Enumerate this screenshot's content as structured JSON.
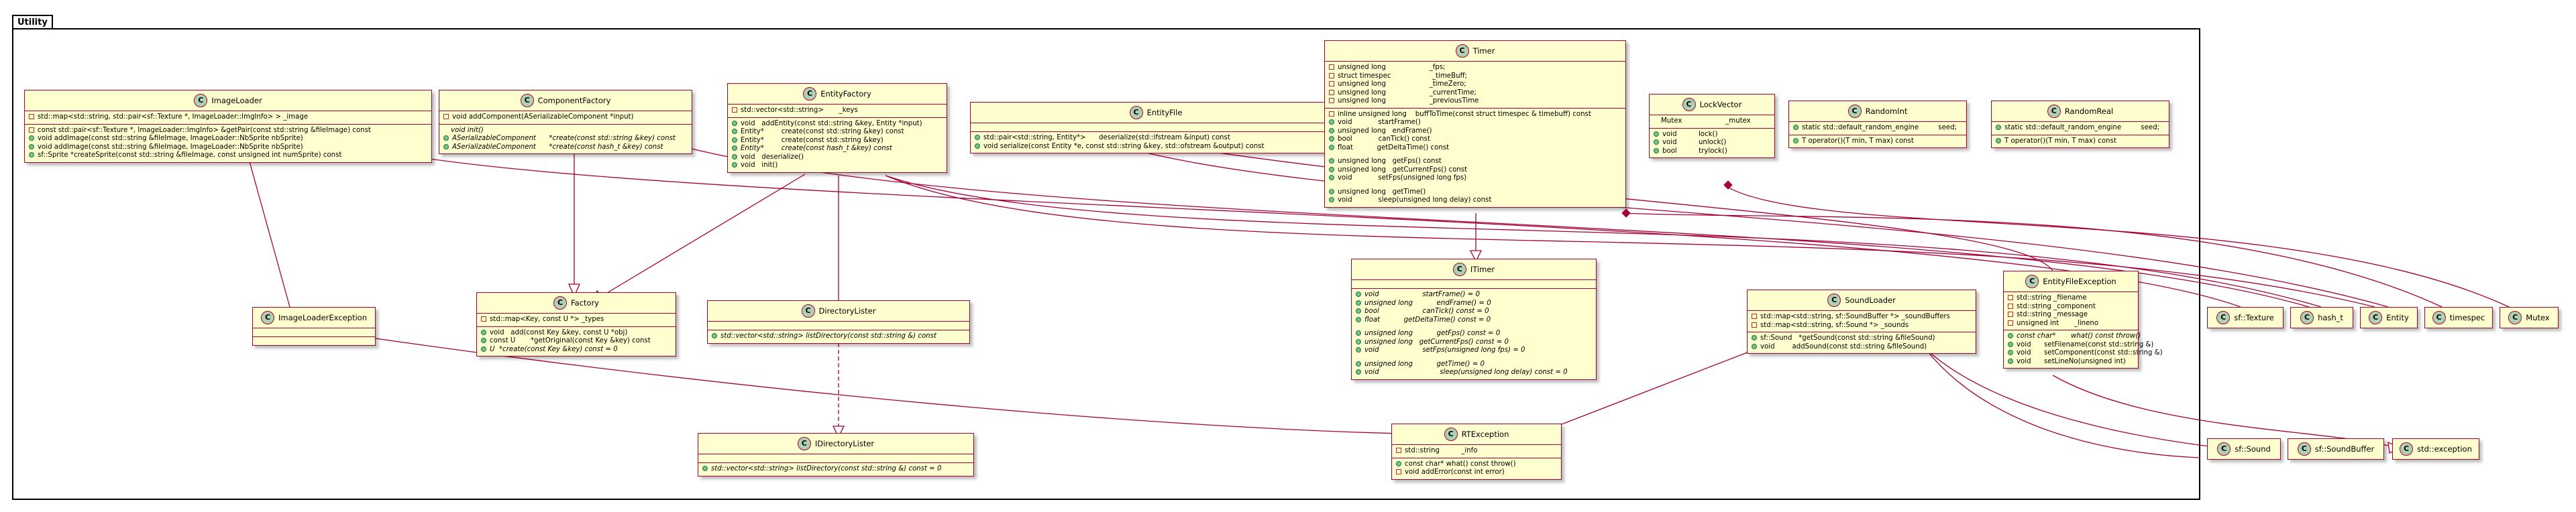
{
  "package": {
    "name": "Utility"
  },
  "classes": {
    "imageloader": {
      "name": "ImageLoader",
      "fields": [
        {
          "v": "priv",
          "t": "std::map<std::string, std::pair<sf::Texture *, ImageLoader::ImgInfo> > _image"
        }
      ],
      "methods": [
        {
          "v": "priv",
          "t": "const std::pair<sf::Texture *, ImageLoader::ImgInfo> &getPair(const std::string &fileImage) const"
        },
        {
          "v": "pub",
          "t": "void addImage(const std::string &fileImage, ImageLoader::NbSprite nbSprite)"
        },
        {
          "v": "pub",
          "t": "void addImage(const std::string &fileImage, ImageLoader::NbSprite nbSprite)"
        },
        {
          "v": "pub",
          "t": "sf::Sprite *createSprite(const std::string &fileImage, const unsigned int numSprite) const"
        }
      ]
    },
    "componentfactory": {
      "name": "ComponentFactory",
      "fields": [
        {
          "v": "priv",
          "t": "void addComponent(ASerializableComponent *input)"
        }
      ],
      "methods": [
        {
          "v": "",
          "t": "void init()",
          "it": true
        },
        {
          "v": "pub",
          "t": "ASerializableComponent      *create(const std::string &key) const",
          "it": true
        },
        {
          "v": "pub",
          "t": "ASerializableComponent      *create(const hash_t &key) const",
          "it": true
        }
      ]
    },
    "entityfactory": {
      "name": "EntityFactory",
      "fields": [
        {
          "v": "priv",
          "t": "std::vector<std::string>       _keys"
        }
      ],
      "methods": [
        {
          "v": "pub",
          "t": "void   addEntity(const std::string &key, Entity *input)"
        },
        {
          "v": "pub",
          "t": "Entity*        create(const std::string &key) const"
        },
        {
          "v": "pub",
          "t": "Entity*        create(const std::string &key)"
        },
        {
          "v": "pub",
          "t": "Entity*        create(const hash_t &key) const",
          "it": true
        },
        {
          "v": "pub",
          "t": "void   deserialize()"
        },
        {
          "v": "pub",
          "t": "void   init()"
        }
      ]
    },
    "entityfile": {
      "name": "EntityFile",
      "fields": [],
      "methods": [
        {
          "v": "pub",
          "t": "std::pair<std::string, Entity*>      deserialize(std::ifstream &input) const"
        },
        {
          "v": "pub",
          "t": "void serialize(const Entity *e, const std::string &key, std::ofstream &output) const"
        }
      ]
    },
    "timer": {
      "name": "Timer",
      "fields": [
        {
          "v": "priv",
          "t": "unsigned long                    _fps;"
        },
        {
          "v": "priv",
          "t": "struct timespec                   _timeBuff;"
        },
        {
          "v": "priv",
          "t": "unsigned long                    _timeZero;"
        },
        {
          "v": "priv",
          "t": "unsigned long                    _currentTime;"
        },
        {
          "v": "priv",
          "t": "unsigned long                    _previousTime"
        }
      ],
      "methods": [
        {
          "v": "priv",
          "t": "inline unsigned long    buffToTime(const struct timespec & timebuff) const"
        },
        {
          "v": "pub",
          "t": "void            startFrame()"
        },
        {
          "v": "pub",
          "t": "unsigned long   endFrame()"
        },
        {
          "v": "pub",
          "t": "bool            canTick() const"
        },
        {
          "v": "pub",
          "t": "float           getDeltaTime() const"
        },
        {
          "gap": true
        },
        {
          "v": "pub",
          "t": "unsigned long   getFps() const"
        },
        {
          "v": "pub",
          "t": "unsigned long   getCurrentFps() const"
        },
        {
          "v": "pub",
          "t": "void            setFps(unsigned long fps)"
        },
        {
          "gap": true
        },
        {
          "v": "pub",
          "t": "unsigned long   getTime()"
        },
        {
          "v": "pub",
          "t": "void            sleep(unsigned long delay) const"
        }
      ]
    },
    "lockvector": {
      "name": "LockVector",
      "fields": [
        {
          "v": "",
          "t": "Mutex                    _mutex"
        }
      ],
      "methods": [
        {
          "v": "pub",
          "t": "void          lock()"
        },
        {
          "v": "pub",
          "t": "void          unlock()"
        },
        {
          "v": "pub",
          "t": "bool          trylock()"
        }
      ]
    },
    "randomint": {
      "name": "RandomInt",
      "fields": [
        {
          "v": "pub",
          "t": "static std::default_random_engine         seed;"
        }
      ],
      "methods": [
        {
          "v": "pub",
          "t": "T operator()(T min, T max) const"
        }
      ]
    },
    "randomreal": {
      "name": "RandomReal",
      "fields": [
        {
          "v": "pub",
          "t": "static std::default_random_engine         seed;"
        }
      ],
      "methods": [
        {
          "v": "pub",
          "t": "T operator()(T min, T max) const"
        }
      ]
    },
    "factory": {
      "name": "Factory",
      "fields": [
        {
          "v": "priv",
          "t": "std::map<Key, const U *> _types"
        }
      ],
      "methods": [
        {
          "v": "pub",
          "t": "void   add(const Key &key, const U *obj)"
        },
        {
          "v": "pub",
          "t": "const U       *getOriginal(const Key &key) const"
        },
        {
          "v": "pub",
          "t": "U  *create(const Key &key) const = 0",
          "it": true
        }
      ]
    },
    "itimer": {
      "name": "ITimer",
      "fields": [],
      "methods": [
        {
          "v": "pub",
          "t": "void                    startFrame() = 0",
          "it": true
        },
        {
          "v": "pub",
          "t": "unsigned long           endFrame() = 0",
          "it": true
        },
        {
          "v": "pub",
          "t": "bool                    canTick() const = 0",
          "it": true
        },
        {
          "v": "pub",
          "t": "float           getDeltaTime() const = 0",
          "it": true
        },
        {
          "gap": true
        },
        {
          "v": "pub",
          "t": "unsigned long           getFps() const = 0",
          "it": true
        },
        {
          "v": "pub",
          "t": "unsigned long   getCurrentFps() const = 0",
          "it": true
        },
        {
          "v": "pub",
          "t": "void                    setFps(unsigned long fps) = 0",
          "it": true
        },
        {
          "gap": true
        },
        {
          "v": "pub",
          "t": "unsigned long           getTime() = 0",
          "it": true
        },
        {
          "v": "pub",
          "t": "void                            sleep(unsigned long delay) const = 0",
          "it": true
        }
      ]
    },
    "imageloaderexception": {
      "name": "ImageLoaderException",
      "fields": [],
      "methods": []
    },
    "directorylister": {
      "name": "DirectoryLister",
      "fields": [],
      "methods": [
        {
          "v": "pub",
          "t": "std::vector<std::string> listDirectory(const std::string &) const",
          "it": true
        }
      ]
    },
    "idirectorylister": {
      "name": "IDirectoryLister",
      "fields": [],
      "methods": [
        {
          "v": "pub",
          "t": "std::vector<std::string> listDirectory(const std::string &) const = 0",
          "it": true
        }
      ]
    },
    "rtexception": {
      "name": "RTException",
      "fields": [
        {
          "v": "priv",
          "t": "std::string          _info"
        }
      ],
      "methods": [
        {
          "v": "pub",
          "t": "const char* what() const throw()"
        },
        {
          "v": "priv",
          "t": "void addError(const int error)"
        }
      ]
    },
    "soundloader": {
      "name": "SoundLoader",
      "fields": [
        {
          "v": "priv",
          "t": "std::map<std::string, sf::SoundBuffer *> _soundBuffers"
        },
        {
          "v": "priv",
          "t": "std::map<std::string, sf::Sound *> _sounds"
        }
      ],
      "methods": [
        {
          "v": "pub",
          "t": "sf::Sound   *getSound(const std::string &fileSound)"
        },
        {
          "v": "pub",
          "t": "void        addSound(const std::string &fileSound)"
        }
      ]
    },
    "entityfileexception": {
      "name": "EntityFileException",
      "fields": [
        {
          "v": "priv",
          "t": "std::string _filename"
        },
        {
          "v": "priv",
          "t": "std::string _component"
        },
        {
          "v": "priv",
          "t": "std::string _message"
        },
        {
          "v": "priv",
          "t": "unsigned int       _lineno"
        }
      ],
      "methods": [
        {
          "v": "pub",
          "t": "const char*       what() const throw()",
          "it": true
        },
        {
          "v": "pub",
          "t": "void      setFilename(const std::string &)"
        },
        {
          "v": "pub",
          "t": "void      setComponent(const std::string &)"
        },
        {
          "v": "pub",
          "t": "void      setLineNo(unsigned int)"
        }
      ]
    },
    "sftexture": {
      "name": "sf::Texture",
      "fields": null,
      "methods": null
    },
    "hasht": {
      "name": "hash_t",
      "fields": null,
      "methods": null
    },
    "entity": {
      "name": "Entity",
      "fields": null,
      "methods": null
    },
    "timespec": {
      "name": "timespec",
      "fields": null,
      "methods": null
    },
    "mutex": {
      "name": "Mutex",
      "fields": null,
      "methods": null
    },
    "sfsound": {
      "name": "sf::Sound",
      "fields": null,
      "methods": null
    },
    "sfsoundbuffer": {
      "name": "sf::SoundBuffer",
      "fields": null,
      "methods": null
    },
    "stdexception": {
      "name": "std::exception",
      "fields": null,
      "methods": null
    }
  },
  "colors": {
    "class_fill": "#fefece",
    "class_border": "#a80036",
    "badge": "#add1b2",
    "link": "#a80036"
  }
}
